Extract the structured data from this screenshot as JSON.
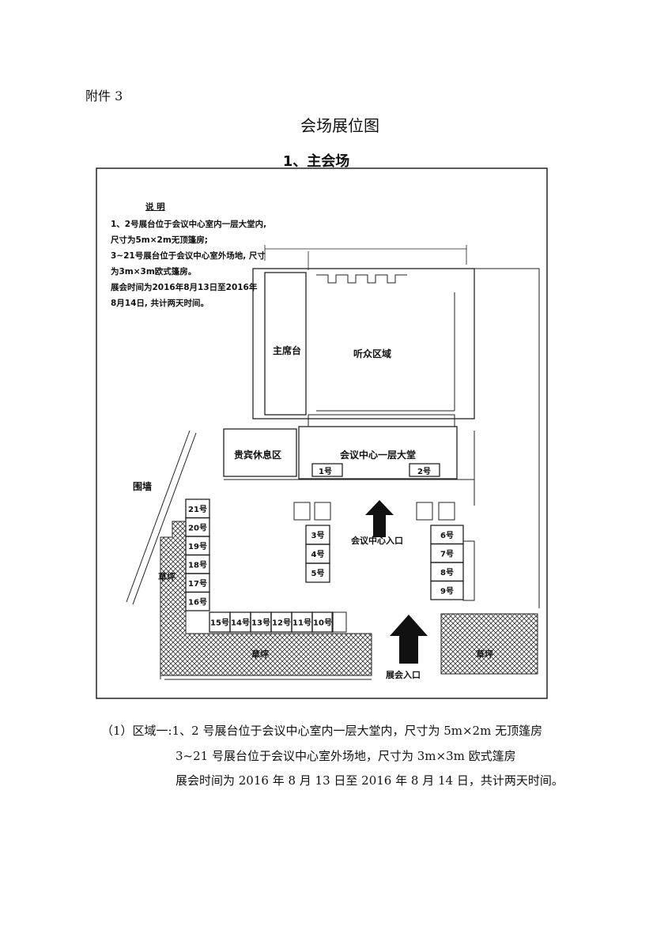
{
  "header": {
    "attachment": "附件 3",
    "title": "会场展位图",
    "subtitle": "1、主会场"
  },
  "legend": {
    "heading": "说 明",
    "lines": [
      "1、2号展台位于会议中心室内一层大堂内,",
      "尺寸为5m×2m无顶篷房;",
      "3~21号展台位于会议中心室外场地, 尺寸",
      "为3m×3m欧式篷房。",
      "展会时间为2016年8月13日至2016年",
      "8月14日, 共计两天时间。"
    ]
  },
  "plan": {
    "stage": "主席台",
    "audience": "听众区域",
    "vip": "贵宾休息区",
    "lobby": "会议中心一层大堂",
    "wall": "围墙",
    "center_entrance": "会议中心入口",
    "expo_entrance": "展会入口",
    "lawn_left": "草坪",
    "lawn_bottom": "草坪",
    "lawn_right": "草坪",
    "booths_indoor": [
      "1号",
      "2号"
    ],
    "booths_center": [
      "3号",
      "4号",
      "5号"
    ],
    "booths_right": [
      "6号",
      "7号",
      "8号",
      "9号"
    ],
    "booths_bottom": [
      "15号",
      "14号",
      "13号",
      "12号",
      "11号",
      "10号"
    ],
    "booths_left": [
      "21号",
      "20号",
      "19号",
      "18号",
      "17号",
      "16号"
    ]
  },
  "description": {
    "line1": "（1）区域一:1、2 号展台位于会议中心室内一层大堂内，尺寸为 5m×2m 无顶篷房",
    "line2": "3~21 号展台位于会议中心室外场地，尺寸为 3m×3m 欧式篷房",
    "line3": "展会时间为 2016 年 8 月 13 日至 2016 年 8 月 14 日，共计两天时间。"
  }
}
